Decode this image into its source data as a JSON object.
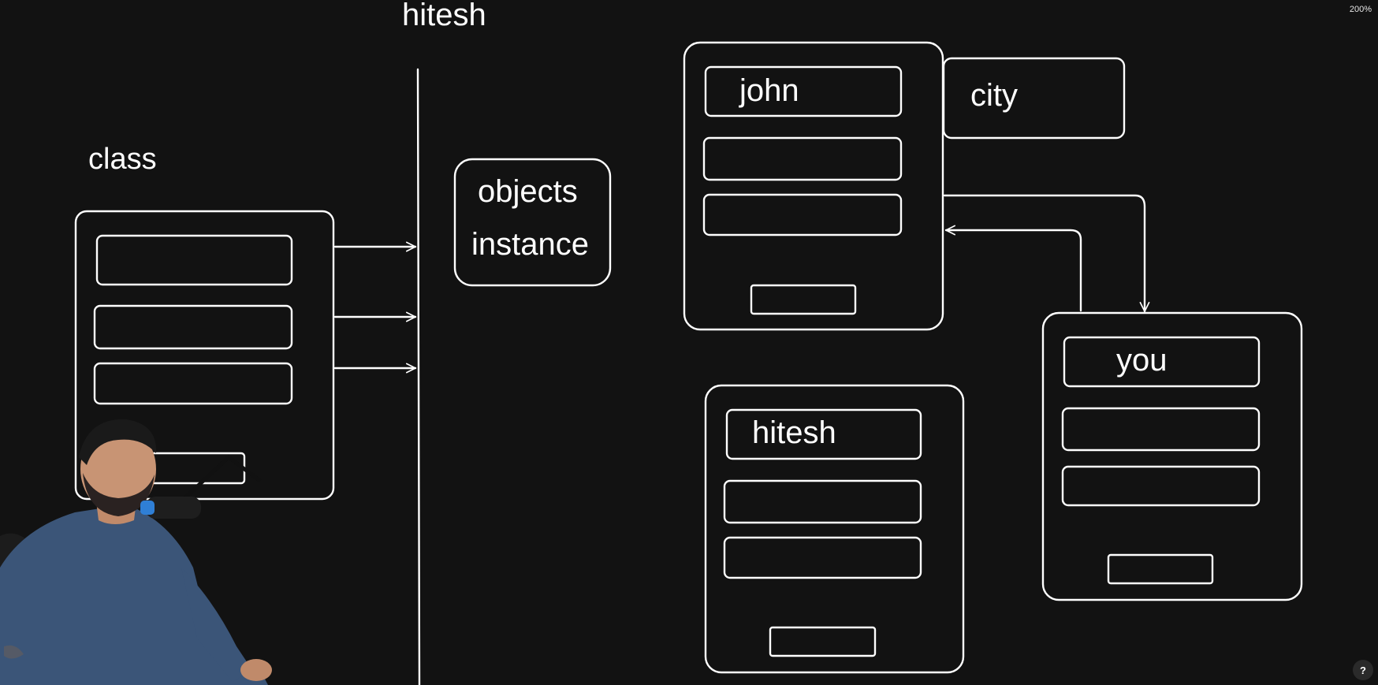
{
  "toolbar": {
    "zoom_level": "200%",
    "help_label": "?"
  },
  "diagram": {
    "stroke_color": "#ffffff",
    "background_color": "#121212",
    "top_label": "hitesh",
    "class_label": "class",
    "objects_box": {
      "line1": "objects",
      "line2": "instance"
    },
    "john_object": {
      "name": "john"
    },
    "city_box": {
      "label": "city"
    },
    "hitesh_object": {
      "name": "hitesh"
    },
    "you_object": {
      "name": "you"
    }
  },
  "webcam": {
    "shirt_color": "#3b5578",
    "mic_accent_color": "#2f7fd6"
  }
}
